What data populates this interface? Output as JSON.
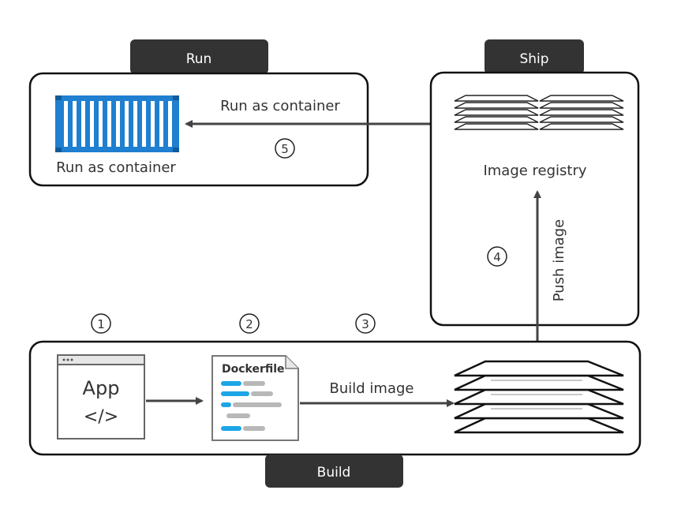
{
  "stages": {
    "run": {
      "tab": "Run",
      "container_caption": "Run as container",
      "arrow_label": "Run as container",
      "step": "5"
    },
    "ship": {
      "tab": "Ship",
      "registry_caption": "Image registry",
      "arrow_label": "Push image",
      "step": "4"
    },
    "build": {
      "tab": "Build",
      "app": {
        "title": "App",
        "code": "</>",
        "step": "1"
      },
      "dockerfile": {
        "title": "Dockerfile",
        "step": "2"
      },
      "arrow_label": "Build image",
      "step": "3"
    }
  },
  "colors": {
    "tab": "#333333",
    "container_blue": "#1f7fd0",
    "dockerfile_blue": "#1ea5e6",
    "dockerfile_gray": "#b8b8b8",
    "stroke": "#111111"
  }
}
